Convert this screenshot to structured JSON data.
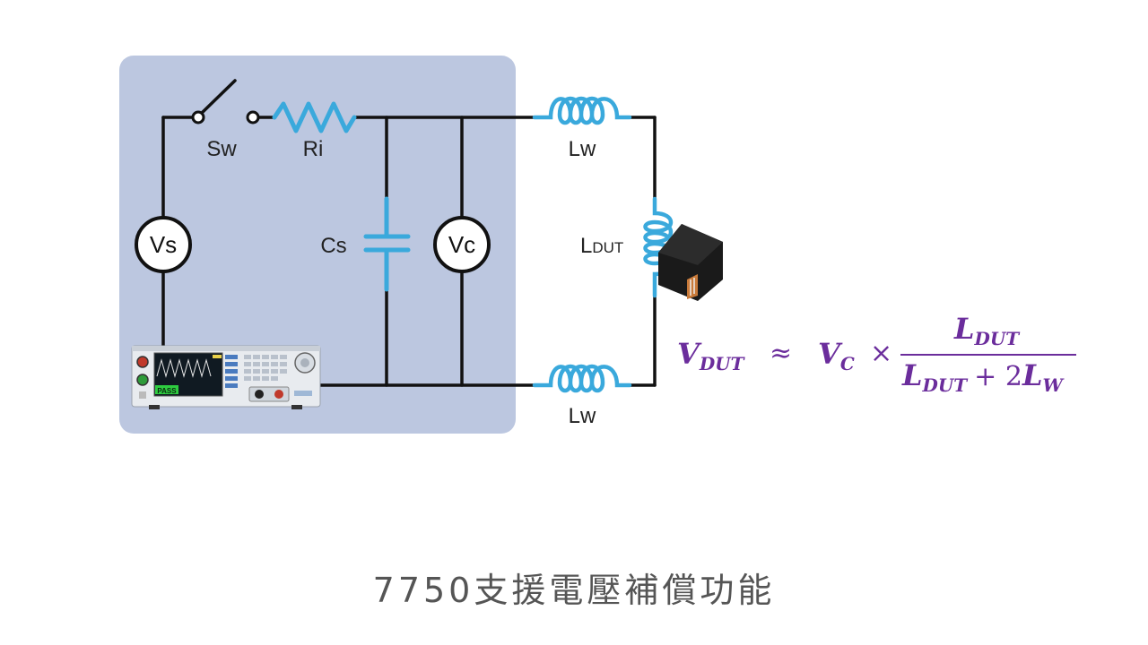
{
  "colors": {
    "panel_bg": "#bcc7e0",
    "wire": "#111111",
    "component_blue": "#3aa9dc",
    "formula_purple": "#6b2d9c",
    "caption_gray": "#555555",
    "pass_green": "#2ecc40"
  },
  "labels": {
    "sw": "Sw",
    "ri": "Ri",
    "vs": "Vs",
    "cs": "Cs",
    "vc": "Vc",
    "lw_top": "Lw",
    "lw_bottom": "Lw",
    "ldut_main": "L",
    "ldut_sub": "DUT"
  },
  "instrument": {
    "screen_status": "PASS",
    "icon": "tester-instrument-icon"
  },
  "formula": {
    "lhs_var": "V",
    "lhs_sub": "DUT",
    "approx": "≈",
    "vc_var": "V",
    "vc_sub": "C",
    "times": "×",
    "num_var": "L",
    "num_sub": "DUT",
    "den_var1": "L",
    "den_sub1": "DUT",
    "den_plus": "+ 2",
    "den_var2": "L",
    "den_sub2": "W"
  },
  "caption": "7750支援電壓補償功能"
}
